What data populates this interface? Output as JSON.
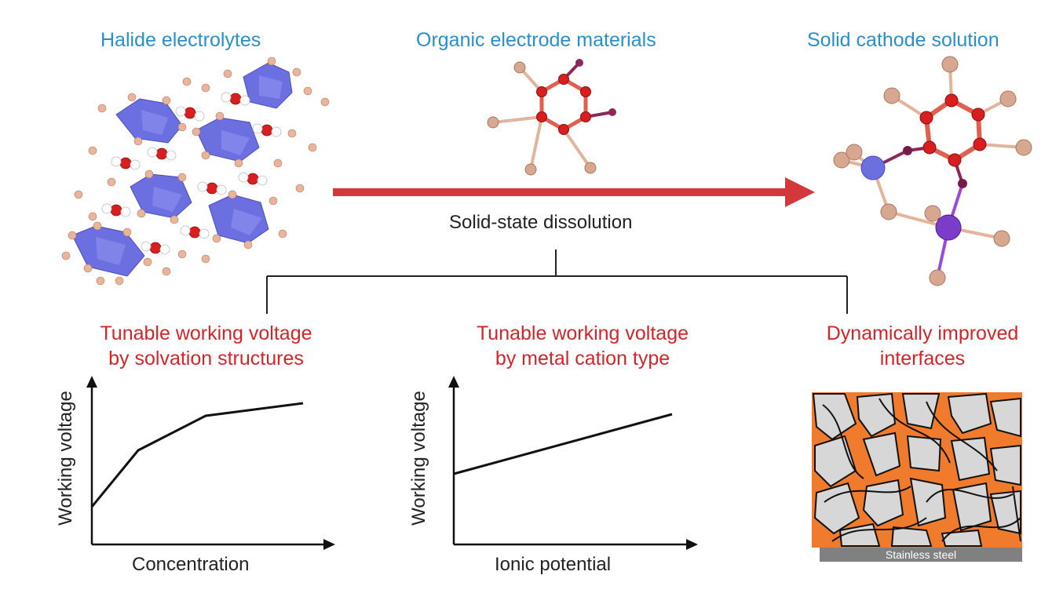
{
  "colors": {
    "blue_heading": "#2a8fc9",
    "red_heading": "#d0262a",
    "arrow": "#d2383c",
    "octahedra": "#6b6fe0",
    "oxygen": "#d81e1e",
    "hydrogen_halide": "#e8b49a",
    "metal_cation": "#7a3cc9",
    "orange_matrix": "#f07b2c",
    "grey_particles": "#d7d7d7",
    "steel": "#808080"
  },
  "top": {
    "left_title": "Halide electrolytes",
    "center_title": "Organic electrode materials",
    "right_title": "Solid cathode solution",
    "process_label": "Solid-state dissolution"
  },
  "panels": [
    {
      "title_line1": "Tunable working voltage",
      "title_line2": "by solvation structures",
      "y_label": "Working voltage",
      "x_label": "Concentration"
    },
    {
      "title_line1": "Tunable working voltage",
      "title_line2": "by metal cation type",
      "y_label": "Working voltage",
      "x_label": "Ionic potential"
    },
    {
      "title_line1": "Dynamically improved",
      "title_line2": "interfaces",
      "substrate_label": "Stainless steel"
    }
  ],
  "icons": {
    "left": "halide-crystal-structure-icon",
    "center": "organic-molecule-icon",
    "right": "solid-solution-molecule-icon",
    "arrow": "right-arrow-icon",
    "interface": "composite-electrode-icon"
  }
}
